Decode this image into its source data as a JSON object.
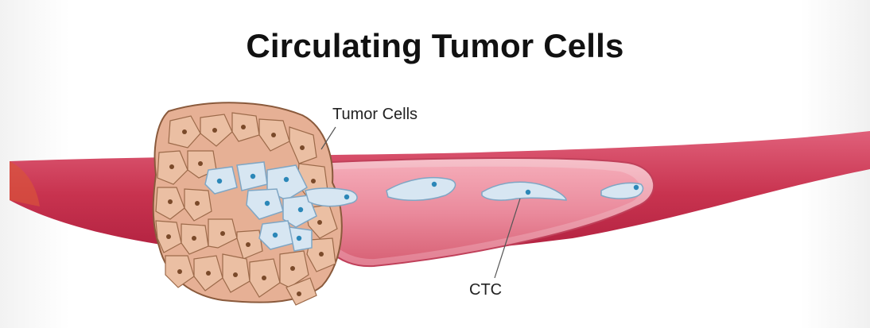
{
  "title": "Circulating Tumor Cells",
  "labels": {
    "tumor_cells": "Tumor Cells",
    "ctc": "CTC"
  },
  "colors": {
    "vessel_outer": "#c8334f",
    "vessel_inner": "#e87c90",
    "tumor_cell": "#e9b99b",
    "tumor_outline": "#8a5a3c",
    "ctc_cell": "#d7e6f2",
    "ctc_nucleus": "#2b87b8"
  }
}
